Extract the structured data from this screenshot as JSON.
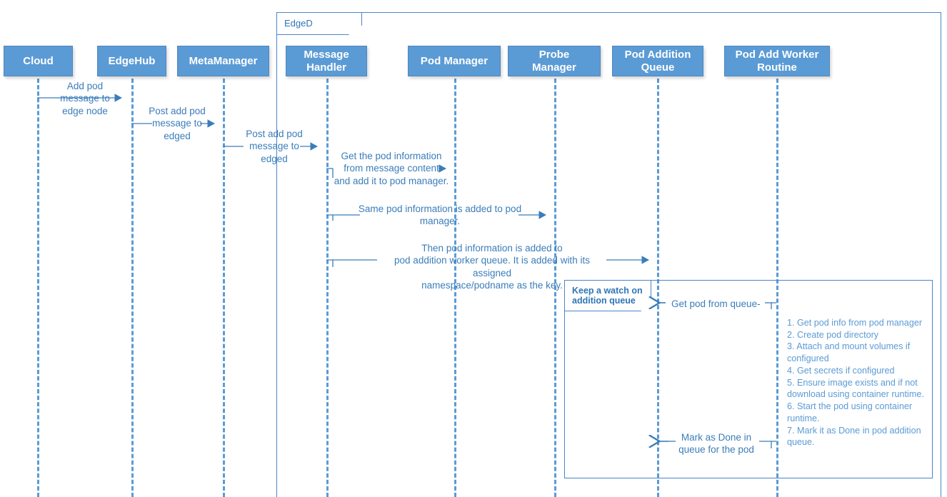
{
  "diagram": {
    "type": "sequence",
    "title": "EdgeD pod addition sequence"
  },
  "frames": [
    {
      "id": "edged",
      "label": "EdgeD"
    },
    {
      "id": "loop",
      "label": "Keep a watch on\naddition queue"
    }
  ],
  "actors": [
    {
      "id": "cloud",
      "label": "Cloud"
    },
    {
      "id": "edgehub",
      "label": "EdgeHub"
    },
    {
      "id": "metamanager",
      "label": "MetaManager"
    },
    {
      "id": "msghandler",
      "label": "Message\nHandler"
    },
    {
      "id": "podmanager",
      "label": "Pod Manager"
    },
    {
      "id": "probemanager",
      "label": "Probe\nManager"
    },
    {
      "id": "podqueue",
      "label": "Pod Addition\nQueue"
    },
    {
      "id": "podworker",
      "label": "Pod Add Worker\nRoutine"
    }
  ],
  "messages": [
    {
      "id": "m1",
      "from": "cloud",
      "to": "edgehub",
      "label": "Add pod\nmessage to\nedge node"
    },
    {
      "id": "m2",
      "from": "edgehub",
      "to": "metamanager",
      "label": "Post add pod\nmessage to\nedged"
    },
    {
      "id": "m3",
      "from": "metamanager",
      "to": "msghandler",
      "label": "Post add pod\nmessage to\nedged"
    },
    {
      "id": "m4",
      "from": "msghandler",
      "to": "podmanager",
      "label": "Get the pod information\nfrom message content\nand add it to pod manager."
    },
    {
      "id": "m5",
      "from": "msghandler",
      "to": "probemanager",
      "label": "Same pod information is added to pod\nmanager."
    },
    {
      "id": "m6",
      "from": "msghandler",
      "to": "podqueue",
      "label": "Then pod information is added to\npod addition worker queue. It is added with its assigned\nnamespace/podname as the key."
    },
    {
      "id": "m7",
      "from": "podworker",
      "to": "podqueue",
      "label": "Get pod from queue-"
    },
    {
      "id": "m8",
      "from": "podworker",
      "to": "podqueue",
      "label": "Mark as Done in\nqueue for the pod"
    }
  ],
  "worker_steps": [
    "1. Get pod info from pod manager",
    "2. Create pod directory",
    "3. Attach and mount volumes if configured",
    "4. Get secrets if configured",
    "5. Ensure image exists and if not download using container runtime.",
    "6. Start the pod using container runtime.",
    "7. Mark it as Done in pod addition queue."
  ],
  "colors": {
    "actor_fill": "#5b9bd5",
    "actor_text": "#ffffff",
    "line": "#5b9bd5",
    "frame_border": "#4a86c8",
    "message_text": "#3b7dba",
    "note_text": "#5b9bd5",
    "background": "#ffffff"
  }
}
